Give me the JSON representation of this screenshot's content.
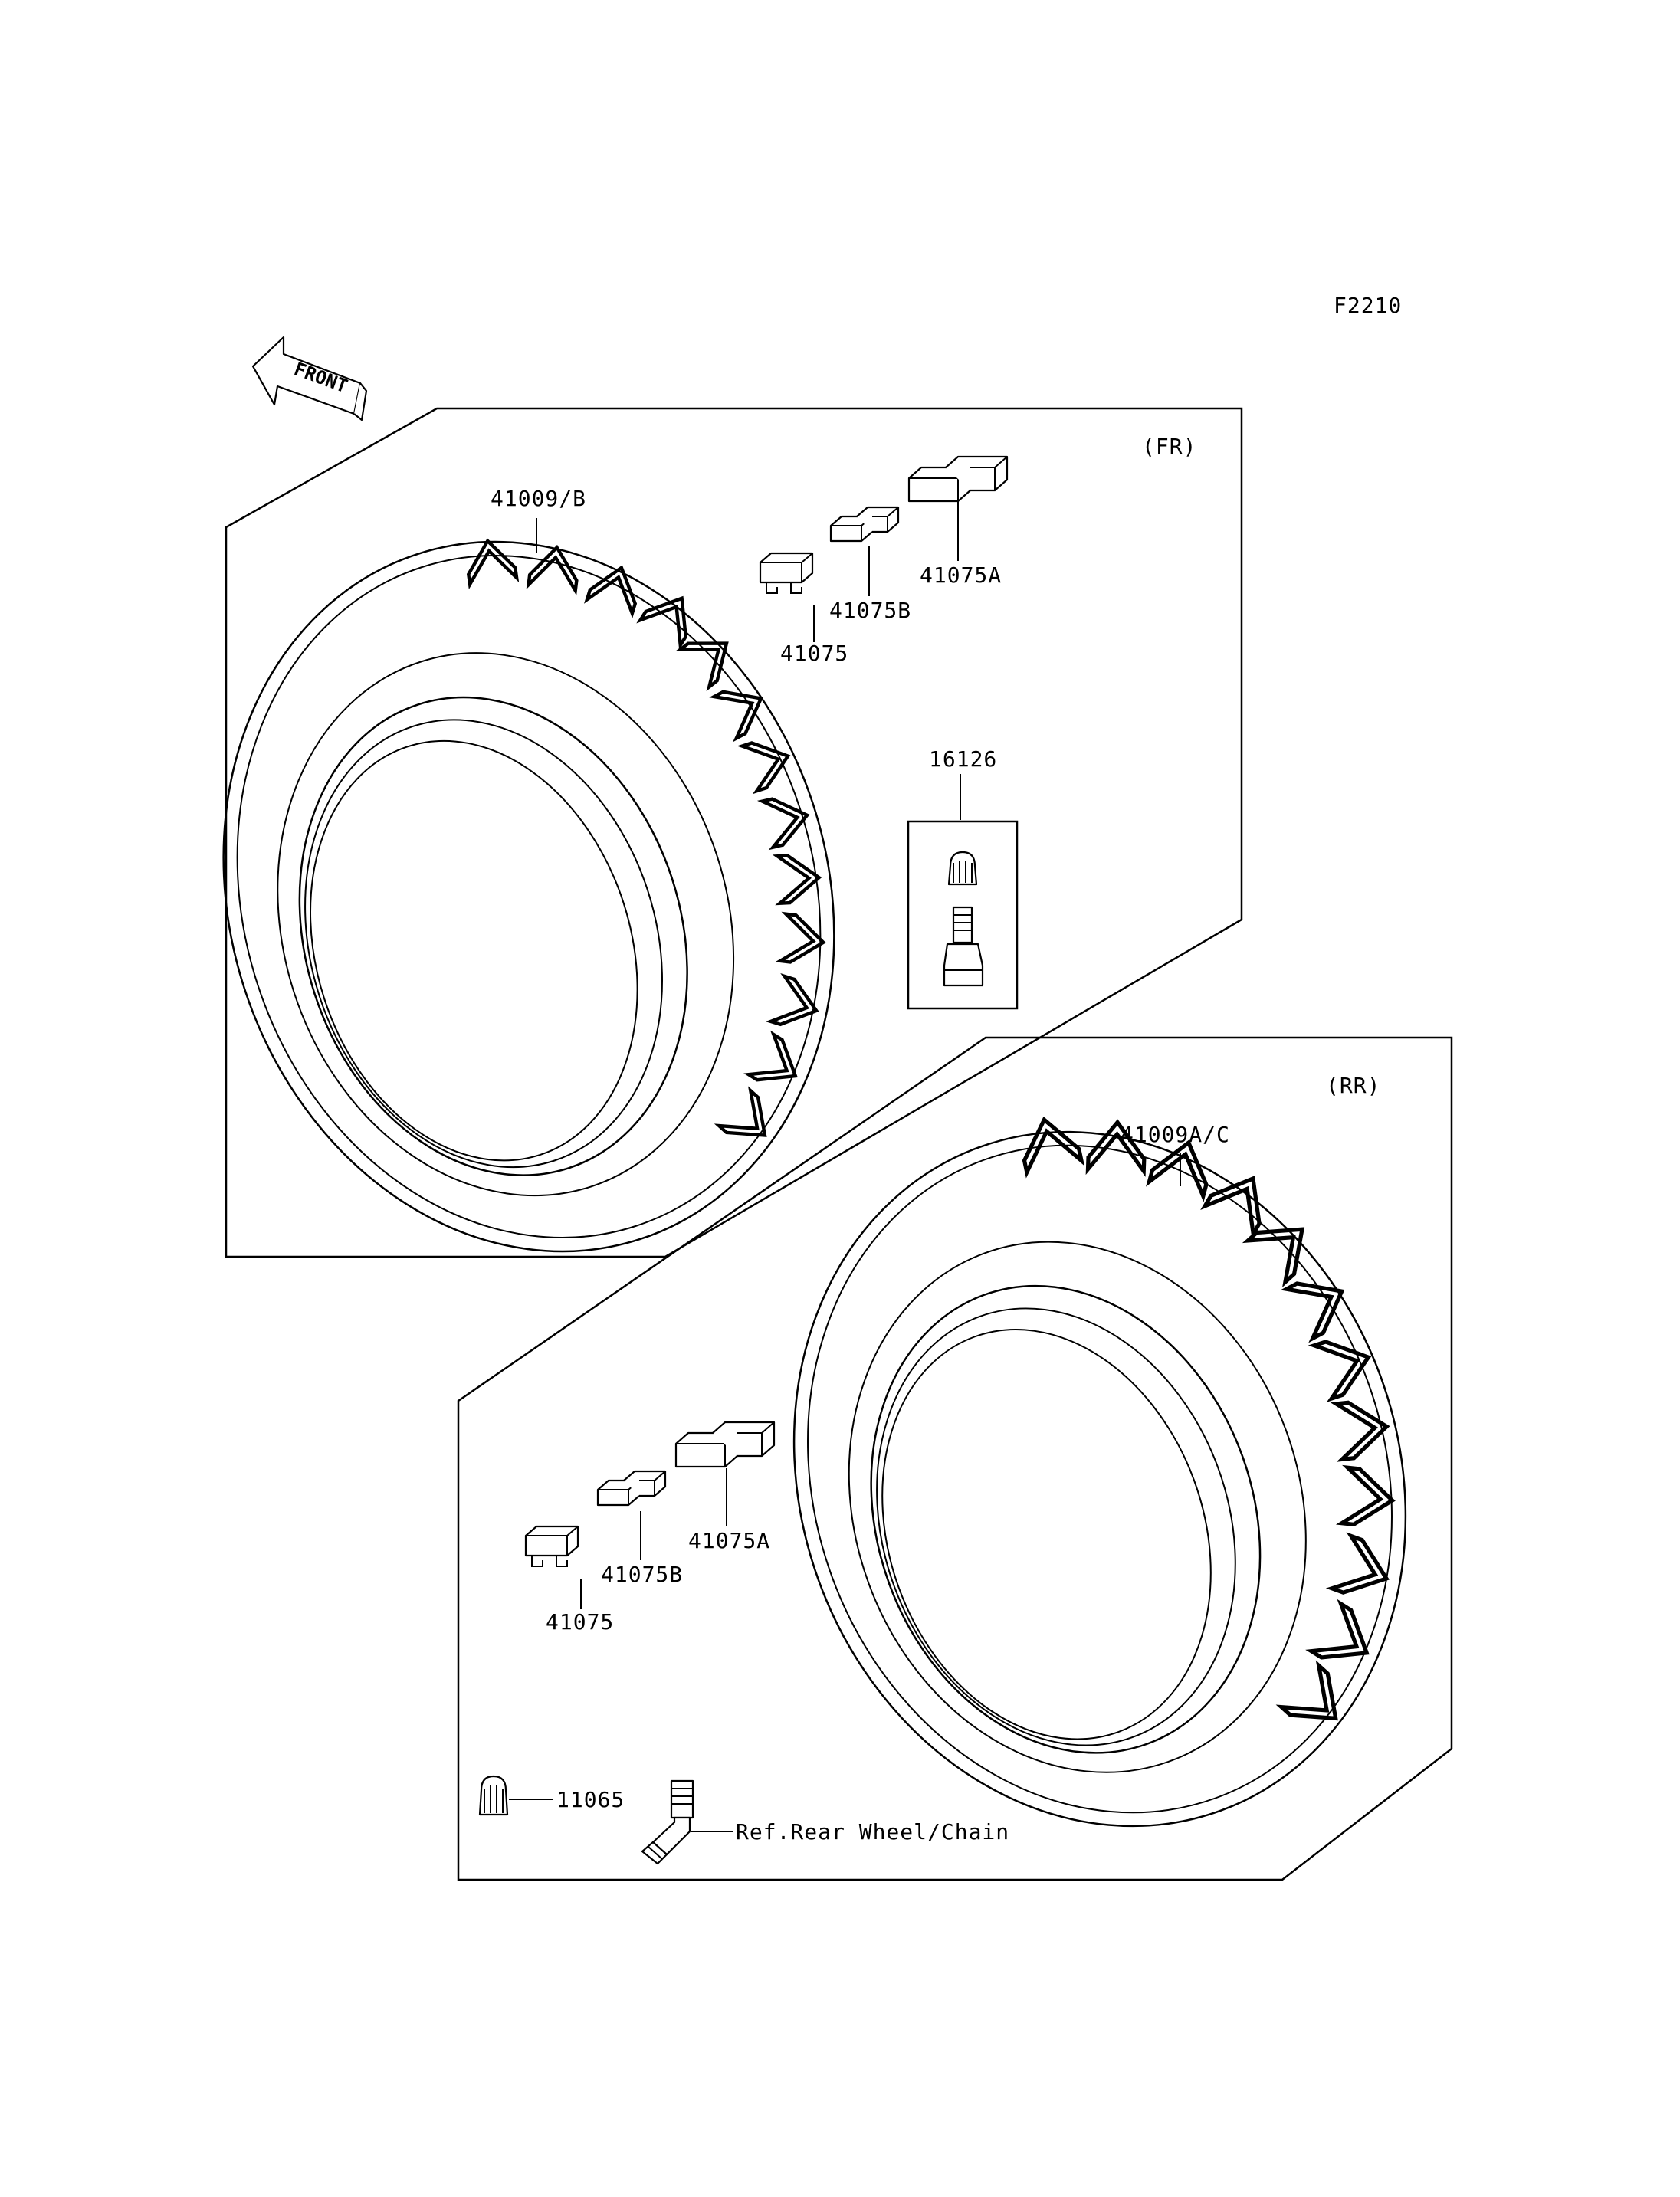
{
  "diagram": {
    "code": "F2210",
    "front_label": "FRONT",
    "front_panel": {
      "tag": "(FR)",
      "tire_label": "41009/B",
      "weight_labels": [
        "41075",
        "41075B",
        "41075A"
      ],
      "valve_label": "16126"
    },
    "rear_panel": {
      "tag": "(RR)",
      "tire_label": "41009A/C",
      "weight_labels": [
        "41075",
        "41075B",
        "41075A"
      ],
      "cap_label": "11065",
      "ref_label": "Ref.Rear Wheel/Chain"
    }
  }
}
